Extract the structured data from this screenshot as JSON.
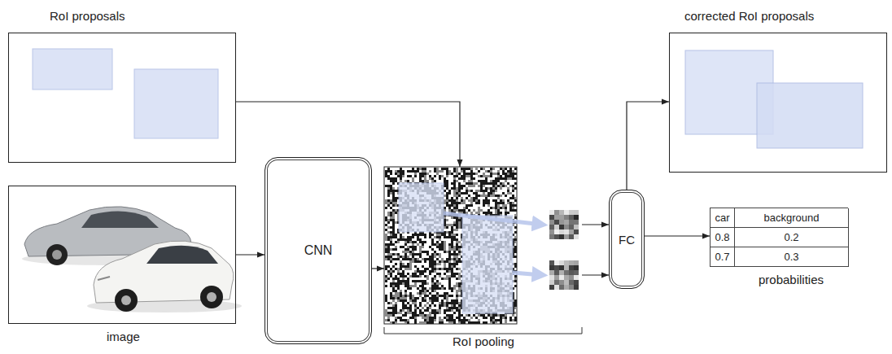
{
  "diagram": {
    "nodes": [
      {
        "text": [
          "RoI proposals"
        ]
      },
      {
        "text": [
          "image"
        ]
      },
      {
        "text": [
          "CNN"
        ]
      },
      {
        "text": [
          "RoI pooling"
        ]
      },
      {
        "text": [
          "FC"
        ]
      },
      {
        "text": [
          "corrected RoI proposals"
        ]
      },
      {
        "text": [
          "car",
          "background",
          "0.8",
          "0.2",
          "0.7",
          "0.3",
          "probabilities"
        ]
      }
    ],
    "edges": [
      {
        "from": 0,
        "to": 3,
        "arrow": "to"
      },
      {
        "from": 1,
        "to": 2,
        "arrow": "to"
      },
      {
        "from": 2,
        "to": 3,
        "arrow": "to"
      },
      {
        "from": 3,
        "to": 4,
        "arrow": "to"
      },
      {
        "from": 3,
        "to": 4,
        "arrow": "to"
      },
      {
        "from": 4,
        "to": 5,
        "arrow": "to"
      },
      {
        "from": 4,
        "to": 6,
        "arrow": "to"
      }
    ]
  }
}
